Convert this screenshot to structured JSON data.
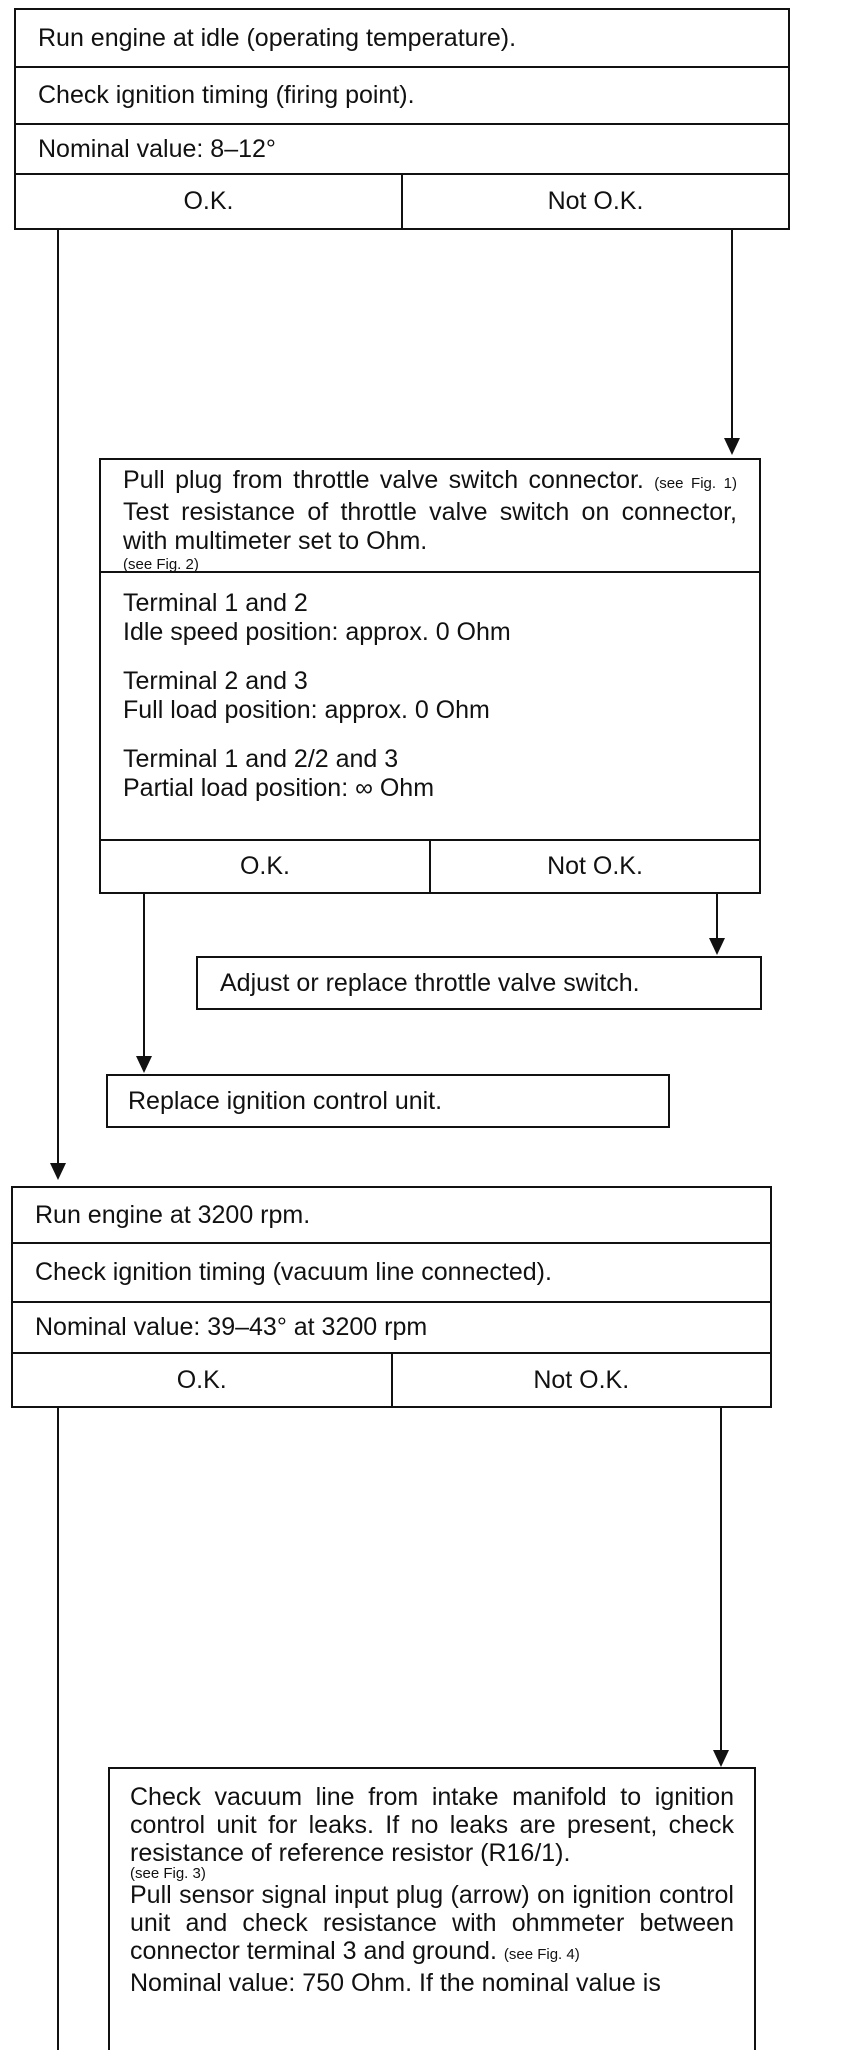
{
  "step1": {
    "line1": "Run engine at idle (operating temperature).",
    "line2": "Check ignition timing (firing point).",
    "nominal": "Nominal value: 8–12°",
    "ok": "O.K.",
    "not_ok": "Not O.K."
  },
  "step2": {
    "intro_1": "Pull plug from throttle valve switch connector.",
    "ref_fig1": "(see Fig. 1)",
    "intro_2": " Test resistance of throttle valve switch on connector, with multimeter set to Ohm.",
    "ref_fig2": "(see Fig. 2)",
    "entries": [
      {
        "terminal": "Terminal 1 and 2",
        "position": "Idle speed position: approx. 0 Ohm"
      },
      {
        "terminal": "Terminal 2 and 3",
        "position": "Full load position: approx. 0 Ohm"
      },
      {
        "terminal": "Terminal 1 and 2/2 and 3",
        "position": "Partial load position: ∞ Ohm"
      }
    ],
    "ok": "O.K.",
    "not_ok": "Not O.K."
  },
  "adjust": "Adjust or replace throttle valve switch.",
  "replace": "Replace ignition control unit.",
  "step3": {
    "line1": "Run engine at 3200 rpm.",
    "line2": "Check ignition timing (vacuum line connected).",
    "nominal": "Nominal value: 39–43° at 3200 rpm",
    "ok": "O.K.",
    "not_ok": "Not O.K."
  },
  "step4": {
    "p1": "Check vacuum line from intake manifold to ignition control unit for leaks. If no leaks are present, check resistance of reference resistor (R16/1).",
    "ref_fig3": "(see Fig. 3)",
    "p2": "Pull sensor signal input plug (arrow) on ignition control unit and check resistance with ohmmeter between connector terminal 3 and ground.",
    "ref_fig4": "(see Fig. 4)",
    "p3": "Nominal value: 750 Ohm. If the nominal value is"
  }
}
